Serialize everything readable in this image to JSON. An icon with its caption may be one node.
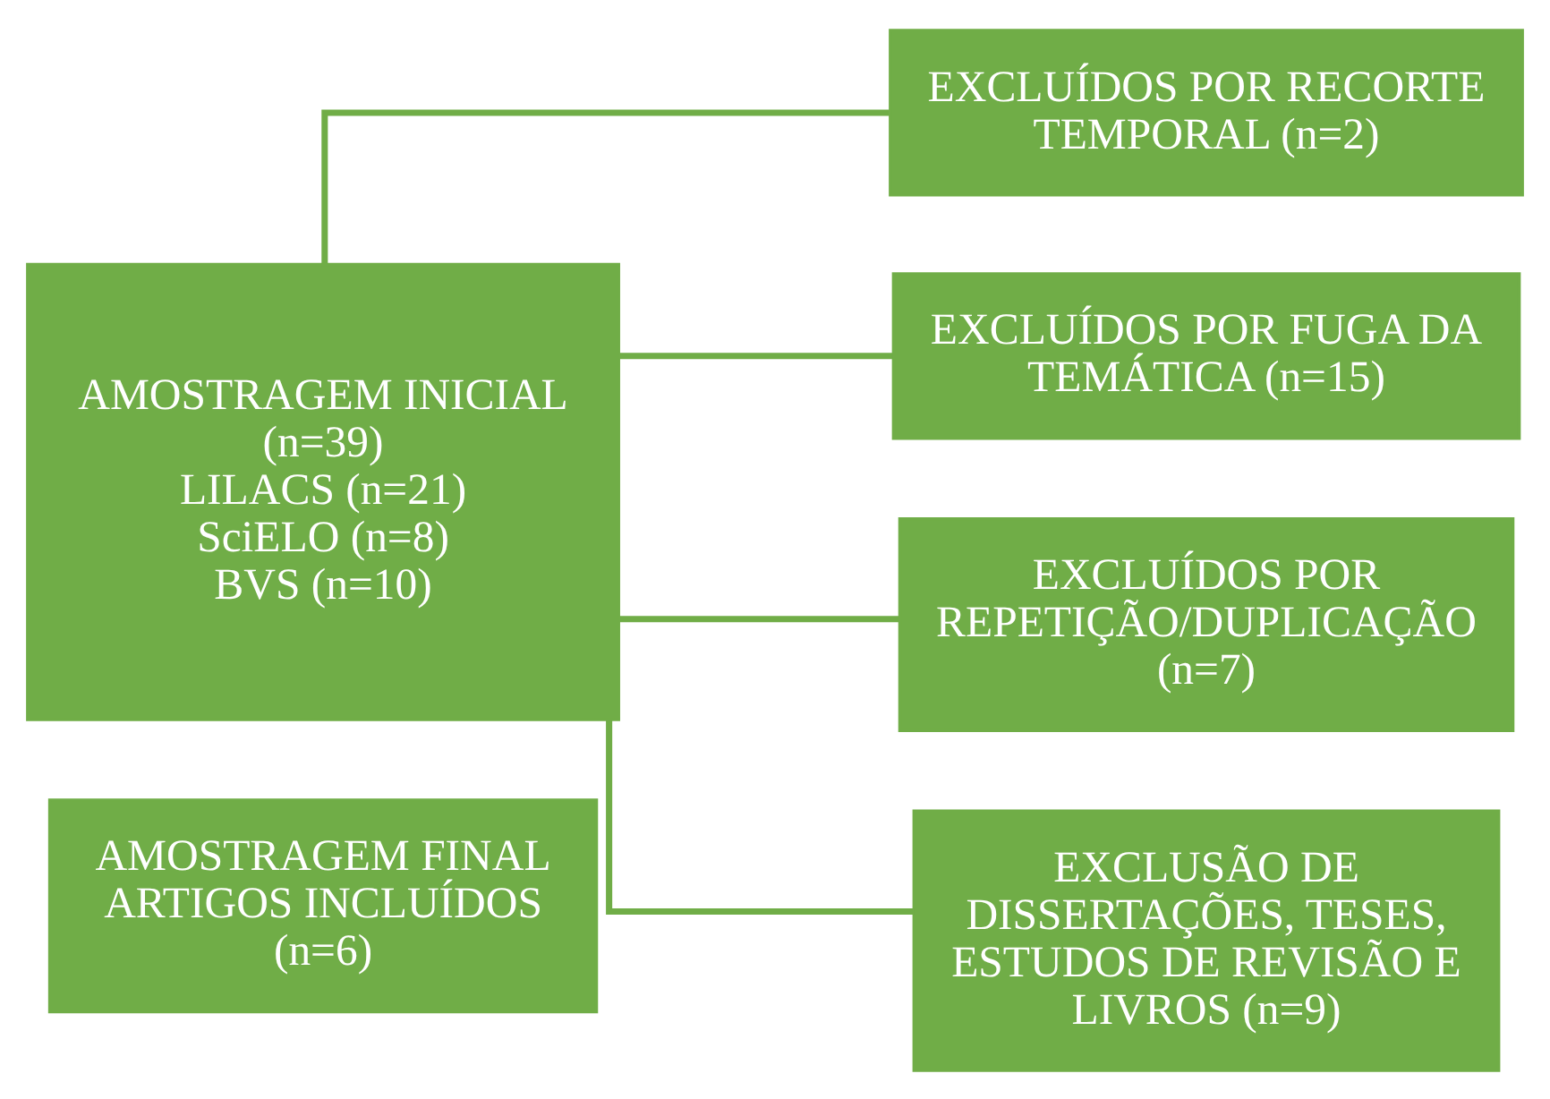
{
  "diagram": {
    "nodes": [
      {
        "text": [
          "AMOSTRAGEM INICIAL (n=39)",
          "LILACS (n=21)",
          "SciELO (n=8)",
          "BVS (n=10)"
        ]
      },
      {
        "text": [
          "EXCLUÍDOS POR RECORTE TEMPORAL (n=2)"
        ]
      },
      {
        "text": [
          "EXCLUÍDOS POR FUGA DA TEMÁTICA (n=15)"
        ]
      },
      {
        "text": [
          "EXCLUÍDOS POR REPETIÇÃO/DUPLICAÇÃO (n=7)"
        ]
      },
      {
        "text": [
          "EXCLUSÃO DE DISSERTAÇÕES, TESES, ESTUDOS DE REVISÃO E LIVROS (n=9)"
        ]
      },
      {
        "text": [
          "AMOSTRAGEM FINAL ARTIGOS INCLUÍDOS (n=6)"
        ]
      }
    ],
    "edges": [
      {
        "from": 0,
        "to": 1,
        "arrow": "none"
      },
      {
        "from": 0,
        "to": 2,
        "arrow": "none"
      },
      {
        "from": 0,
        "to": 3,
        "arrow": "none"
      },
      {
        "from": 0,
        "to": 4,
        "arrow": "none"
      }
    ]
  }
}
